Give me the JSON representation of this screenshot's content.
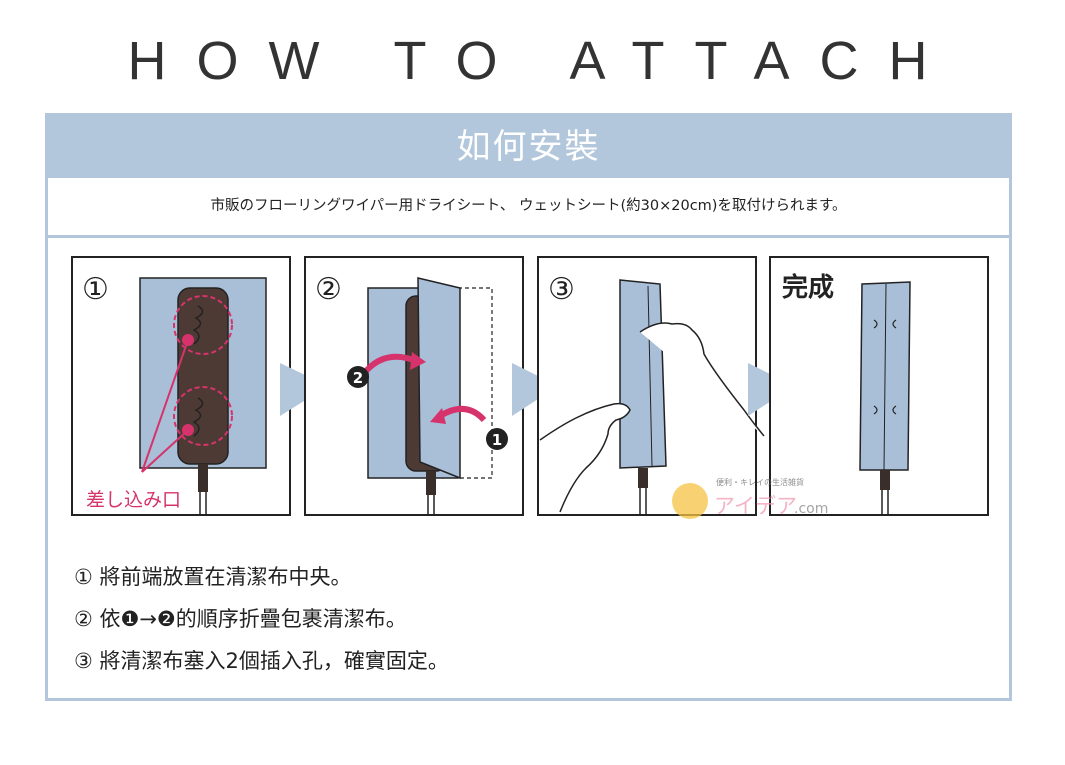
{
  "header": {
    "title": "HOW TO ATTACH"
  },
  "band": {
    "heading": "如何安裝"
  },
  "subtitle": "市販のフローリングワイパー用ドライシート、 ウェットシート(約30×20cm)を取付けられます。",
  "steps": [
    {
      "label": "①"
    },
    {
      "label": "②"
    },
    {
      "label": "③"
    },
    {
      "label": "完成"
    }
  ],
  "step1": {
    "callout": "差し込み口"
  },
  "step2": {
    "marker1": "1",
    "marker2": "2"
  },
  "logo": {
    "tagline": "便利・キレイの生活雑貨",
    "name": "アイデア",
    "suffix": ".com"
  },
  "instructions": [
    "① 將前端放置在清潔布中央。",
    "② 依❶→❷的順序折疊包裹清潔布。",
    "③ 將清潔布塞入2個插入孔，確實固定。"
  ],
  "colors": {
    "accent": "#b3c7dc",
    "sheet": "#a9bfd8",
    "pink": "#d6336c",
    "mop": "#4e3a35"
  }
}
